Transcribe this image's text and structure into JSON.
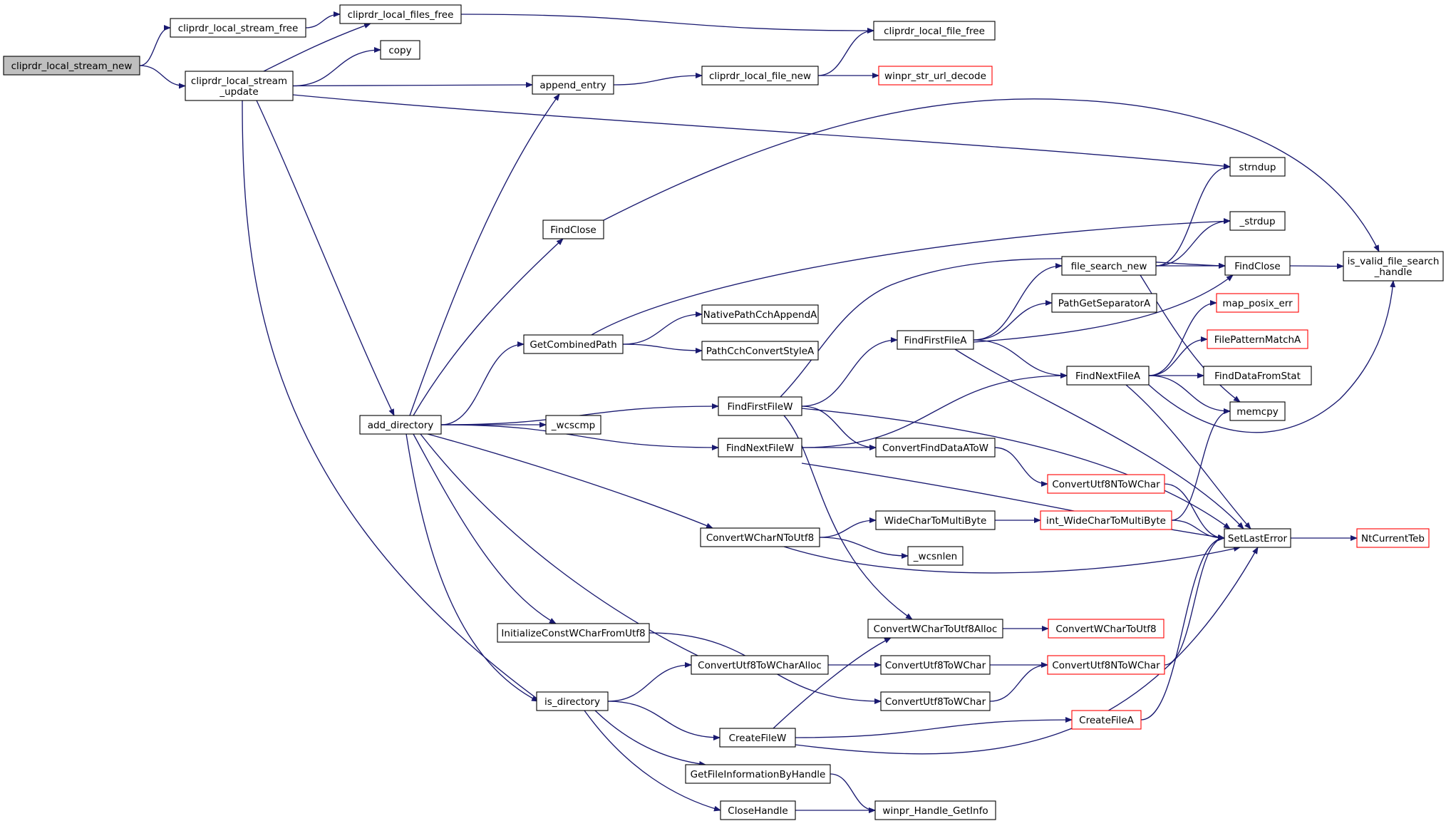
{
  "colors": {
    "edge": "#191970",
    "node_border": "#000000",
    "node_border_external": "#ff0000",
    "root_fill": "#bfbfbf",
    "node_fill": "#ffffff"
  },
  "nodes": [
    {
      "id": "n_stream_new",
      "label": "cliprdr_local_stream_new",
      "kind": "root"
    },
    {
      "id": "n_stream_free",
      "label": "cliprdr_local_stream_free",
      "kind": "normal"
    },
    {
      "id": "n_files_free",
      "label": "cliprdr_local_files_free",
      "kind": "normal"
    },
    {
      "id": "n_copy",
      "label": "copy",
      "kind": "normal"
    },
    {
      "id": "n_file_free",
      "label": "cliprdr_local_file_free",
      "kind": "normal"
    },
    {
      "id": "n_stream_update",
      "label": "cliprdr_local_stream\n_update",
      "kind": "normal"
    },
    {
      "id": "n_append_entry",
      "label": "append_entry",
      "kind": "normal"
    },
    {
      "id": "n_file_new",
      "label": "cliprdr_local_file_new",
      "kind": "normal"
    },
    {
      "id": "n_url_decode",
      "label": "winpr_str_url_decode",
      "kind": "external"
    },
    {
      "id": "n_strndup",
      "label": "strndup",
      "kind": "normal"
    },
    {
      "id": "n_findclose1",
      "label": "FindClose",
      "kind": "normal"
    },
    {
      "id": "n_strdup",
      "label": "_strdup",
      "kind": "normal"
    },
    {
      "id": "n_file_search_new",
      "label": "file_search_new",
      "kind": "normal"
    },
    {
      "id": "n_findclose2",
      "label": "FindClose",
      "kind": "normal"
    },
    {
      "id": "n_is_valid",
      "label": "is_valid_file_search\n_handle",
      "kind": "normal"
    },
    {
      "id": "n_native_path",
      "label": "NativePathCchAppendA",
      "kind": "normal"
    },
    {
      "id": "n_get_combined",
      "label": "GetCombinedPath",
      "kind": "normal"
    },
    {
      "id": "n_pathcch_convert",
      "label": "PathCchConvertStyleA",
      "kind": "normal"
    },
    {
      "id": "n_path_sep",
      "label": "PathGetSeparatorA",
      "kind": "normal"
    },
    {
      "id": "n_map_posix",
      "label": "map_posix_err",
      "kind": "external"
    },
    {
      "id": "n_findfirsta",
      "label": "FindFirstFileA",
      "kind": "normal"
    },
    {
      "id": "n_filepattern",
      "label": "FilePatternMatchA",
      "kind": "external"
    },
    {
      "id": "n_findnexta",
      "label": "FindNextFileA",
      "kind": "normal"
    },
    {
      "id": "n_finddatafromstat",
      "label": "FindDataFromStat",
      "kind": "normal"
    },
    {
      "id": "n_findfirstw",
      "label": "FindFirstFileW",
      "kind": "normal"
    },
    {
      "id": "n_memcpy",
      "label": "memcpy",
      "kind": "normal"
    },
    {
      "id": "n_add_directory",
      "label": "add_directory",
      "kind": "normal"
    },
    {
      "id": "n_wcscmp",
      "label": "_wcscmp",
      "kind": "normal"
    },
    {
      "id": "n_findnextw",
      "label": "FindNextFileW",
      "kind": "normal"
    },
    {
      "id": "n_convert_finddata",
      "label": "ConvertFindDataAToW",
      "kind": "normal"
    },
    {
      "id": "n_cvt_utf8n_wchar1",
      "label": "ConvertUtf8NToWChar",
      "kind": "external"
    },
    {
      "id": "n_wctomb",
      "label": "WideCharToMultiByte",
      "kind": "normal"
    },
    {
      "id": "n_int_wctomb",
      "label": "int_WideCharToMultiByte",
      "kind": "external"
    },
    {
      "id": "n_cvt_wcharn_utf8",
      "label": "ConvertWCharNToUtf8",
      "kind": "normal"
    },
    {
      "id": "n_setlasterror",
      "label": "SetLastError",
      "kind": "normal"
    },
    {
      "id": "n_ntcurrentteb",
      "label": "NtCurrentTeb",
      "kind": "external"
    },
    {
      "id": "n_wcsnlen",
      "label": "_wcsnlen",
      "kind": "normal"
    },
    {
      "id": "n_cvt_wchar_utf8alloc",
      "label": "ConvertWCharToUtf8Alloc",
      "kind": "normal"
    },
    {
      "id": "n_cvt_wchar_utf8",
      "label": "ConvertWCharToUtf8",
      "kind": "external"
    },
    {
      "id": "n_init_const",
      "label": "InitializeConstWCharFromUtf8",
      "kind": "normal"
    },
    {
      "id": "n_cvt_utf8_wcharalloc",
      "label": "ConvertUtf8ToWCharAlloc",
      "kind": "normal"
    },
    {
      "id": "n_cvt_utf8_wchar1",
      "label": "ConvertUtf8ToWChar",
      "kind": "normal"
    },
    {
      "id": "n_cvt_utf8n_wchar2",
      "label": "ConvertUtf8NToWChar",
      "kind": "external"
    },
    {
      "id": "n_is_directory",
      "label": "is_directory",
      "kind": "normal"
    },
    {
      "id": "n_cvt_utf8_wchar2",
      "label": "ConvertUtf8ToWChar",
      "kind": "normal"
    },
    {
      "id": "n_createfilea",
      "label": "CreateFileA",
      "kind": "external"
    },
    {
      "id": "n_createfilew",
      "label": "CreateFileW",
      "kind": "normal"
    },
    {
      "id": "n_getfileinfo",
      "label": "GetFileInformationByHandle",
      "kind": "normal"
    },
    {
      "id": "n_closehandle",
      "label": "CloseHandle",
      "kind": "normal"
    },
    {
      "id": "n_handle_getinfo",
      "label": "winpr_Handle_GetInfo",
      "kind": "normal"
    }
  ],
  "edges": [
    [
      "n_stream_new",
      "n_stream_free"
    ],
    [
      "n_stream_new",
      "n_stream_update"
    ],
    [
      "n_stream_free",
      "n_files_free"
    ],
    [
      "n_files_free",
      "n_file_free"
    ],
    [
      "n_stream_update",
      "n_files_free"
    ],
    [
      "n_stream_update",
      "n_copy"
    ],
    [
      "n_stream_update",
      "n_append_entry"
    ],
    [
      "n_stream_update",
      "n_strndup"
    ],
    [
      "n_stream_update",
      "n_add_directory"
    ],
    [
      "n_stream_update",
      "n_is_directory"
    ],
    [
      "n_append_entry",
      "n_file_new"
    ],
    [
      "n_file_new",
      "n_file_free"
    ],
    [
      "n_file_new",
      "n_url_decode"
    ],
    [
      "n_add_directory",
      "n_append_entry"
    ],
    [
      "n_add_directory",
      "n_findclose1"
    ],
    [
      "n_add_directory",
      "n_get_combined"
    ],
    [
      "n_add_directory",
      "n_findfirstw"
    ],
    [
      "n_add_directory",
      "n_wcscmp"
    ],
    [
      "n_add_directory",
      "n_findnextw"
    ],
    [
      "n_add_directory",
      "n_cvt_wcharn_utf8"
    ],
    [
      "n_add_directory",
      "n_init_const"
    ],
    [
      "n_add_directory",
      "n_cvt_utf8_wcharalloc"
    ],
    [
      "n_add_directory",
      "n_is_directory"
    ],
    [
      "n_findclose1",
      "n_is_valid"
    ],
    [
      "n_get_combined",
      "n_strdup"
    ],
    [
      "n_get_combined",
      "n_native_path"
    ],
    [
      "n_get_combined",
      "n_pathcch_convert"
    ],
    [
      "n_findfirstw",
      "n_findclose2"
    ],
    [
      "n_findfirstw",
      "n_findfirsta"
    ],
    [
      "n_findfirstw",
      "n_convert_finddata"
    ],
    [
      "n_findfirstw",
      "n_setlasterror"
    ],
    [
      "n_findfirstw",
      "n_cvt_wchar_utf8alloc"
    ],
    [
      "n_findnextw",
      "n_findnexta"
    ],
    [
      "n_findnextw",
      "n_convert_finddata"
    ],
    [
      "n_findnextw",
      "n_setlasterror"
    ],
    [
      "n_findfirsta",
      "n_file_search_new"
    ],
    [
      "n_findfirsta",
      "n_path_sep"
    ],
    [
      "n_findfirsta",
      "n_findclose2"
    ],
    [
      "n_findfirsta",
      "n_findnexta"
    ],
    [
      "n_findfirsta",
      "n_setlasterror"
    ],
    [
      "n_file_search_new",
      "n_strndup"
    ],
    [
      "n_file_search_new",
      "n_strdup"
    ],
    [
      "n_file_search_new",
      "n_findclose2"
    ],
    [
      "n_file_search_new",
      "n_memcpy"
    ],
    [
      "n_findclose2",
      "n_is_valid"
    ],
    [
      "n_findnexta",
      "n_map_posix"
    ],
    [
      "n_findnexta",
      "n_filepattern"
    ],
    [
      "n_findnexta",
      "n_finddatafromstat"
    ],
    [
      "n_findnexta",
      "n_memcpy"
    ],
    [
      "n_findnexta",
      "n_is_valid"
    ],
    [
      "n_findnexta",
      "n_setlasterror"
    ],
    [
      "n_convert_finddata",
      "n_cvt_utf8n_wchar1"
    ],
    [
      "n_cvt_utf8n_wchar1",
      "n_setlasterror"
    ],
    [
      "n_cvt_wcharn_utf8",
      "n_wctomb"
    ],
    [
      "n_cvt_wcharn_utf8",
      "n_wcsnlen"
    ],
    [
      "n_cvt_wcharn_utf8",
      "n_setlasterror"
    ],
    [
      "n_wctomb",
      "n_int_wctomb"
    ],
    [
      "n_int_wctomb",
      "n_memcpy"
    ],
    [
      "n_int_wctomb",
      "n_setlasterror"
    ],
    [
      "n_setlasterror",
      "n_ntcurrentteb"
    ],
    [
      "n_cvt_wchar_utf8alloc",
      "n_cvt_wchar_utf8"
    ],
    [
      "n_init_const",
      "n_cvt_utf8_wchar2"
    ],
    [
      "n_cvt_utf8_wcharalloc",
      "n_cvt_utf8_wchar1"
    ],
    [
      "n_cvt_utf8_wchar1",
      "n_cvt_utf8n_wchar2"
    ],
    [
      "n_cvt_utf8_wchar2",
      "n_cvt_utf8n_wchar2"
    ],
    [
      "n_cvt_utf8n_wchar2",
      "n_setlasterror"
    ],
    [
      "n_is_directory",
      "n_cvt_utf8_wcharalloc"
    ],
    [
      "n_is_directory",
      "n_createfilew"
    ],
    [
      "n_is_directory",
      "n_getfileinfo"
    ],
    [
      "n_is_directory",
      "n_closehandle"
    ],
    [
      "n_createfilew",
      "n_cvt_wchar_utf8alloc"
    ],
    [
      "n_createfilew",
      "n_createfilea"
    ],
    [
      "n_createfilew",
      "n_setlasterror"
    ],
    [
      "n_createfilea",
      "n_setlasterror"
    ],
    [
      "n_getfileinfo",
      "n_handle_getinfo"
    ],
    [
      "n_closehandle",
      "n_handle_getinfo"
    ]
  ]
}
